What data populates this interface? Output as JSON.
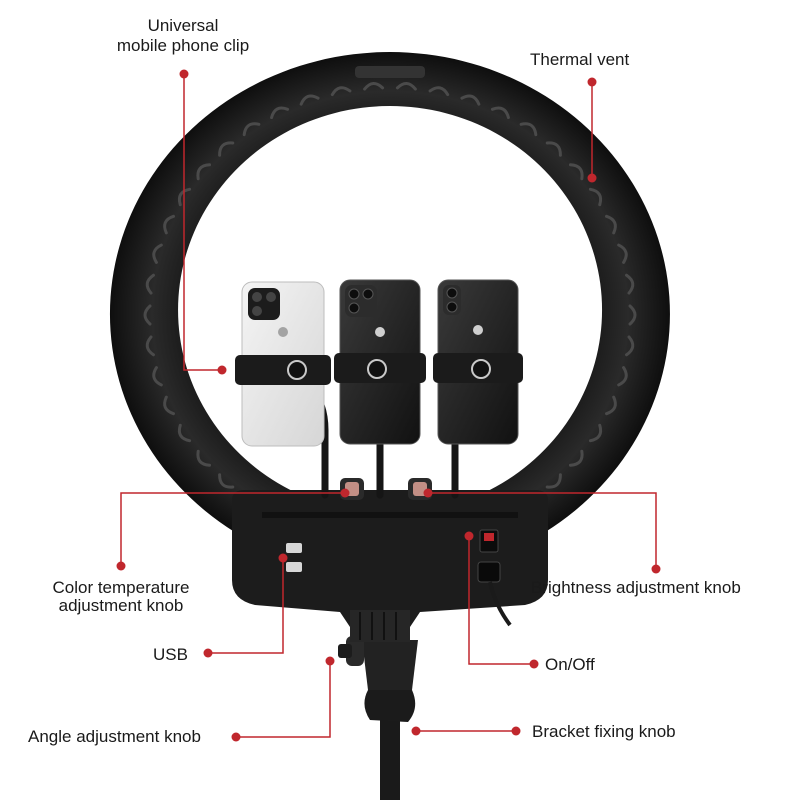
{
  "colors": {
    "accent": "#c0272d",
    "ring": "#1d1d1d",
    "ring_shadow": "#3a3a3a",
    "background": "#ffffff"
  },
  "phones": [
    {
      "color": "white",
      "brand_icon": "apple-logo-icon"
    },
    {
      "color": "black",
      "brand_icon": "apple-logo-icon"
    },
    {
      "color": "black",
      "brand_icon": "apple-logo-icon"
    }
  ],
  "callouts": {
    "phone_clip_line1": "Universal",
    "phone_clip_line2": "mobile phone clip",
    "thermal_vent": "Thermal vent",
    "color_temp_line1": "Color temperature",
    "color_temp_line2": "adjustment knob",
    "brightness": "Brightness adjustment knob",
    "usb": "USB",
    "on_off": "On/Off",
    "angle": "Angle adjustment knob",
    "bracket": "Bracket fixing knob"
  }
}
